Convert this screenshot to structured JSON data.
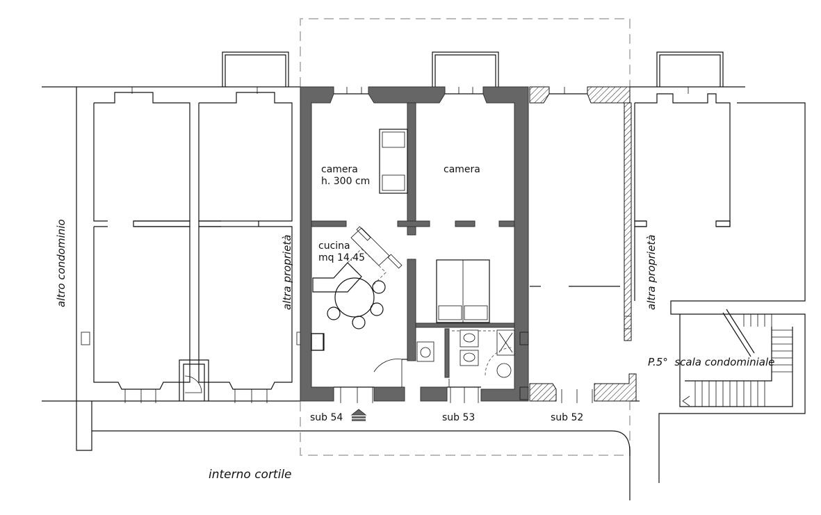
{
  "labels": {
    "room1_name": "camera",
    "room1_height": "h. 300 cm",
    "room2_name": "camera",
    "kitchen_name": "cucina",
    "kitchen_area": "mq 14.45",
    "left_neighbor": "altro condominio",
    "left_property": "altra proprietà",
    "right_property": "altra proprietà",
    "stair_label": "P.5°  scala condominiale",
    "sub_54": "sub 54",
    "sub_53": "sub 53",
    "sub_52": "sub 52",
    "courtyard": "interno cortile"
  },
  "colors": {
    "wall_fill": "#666666",
    "line": "#111111",
    "boundary_dash": "#bbbbbb"
  }
}
